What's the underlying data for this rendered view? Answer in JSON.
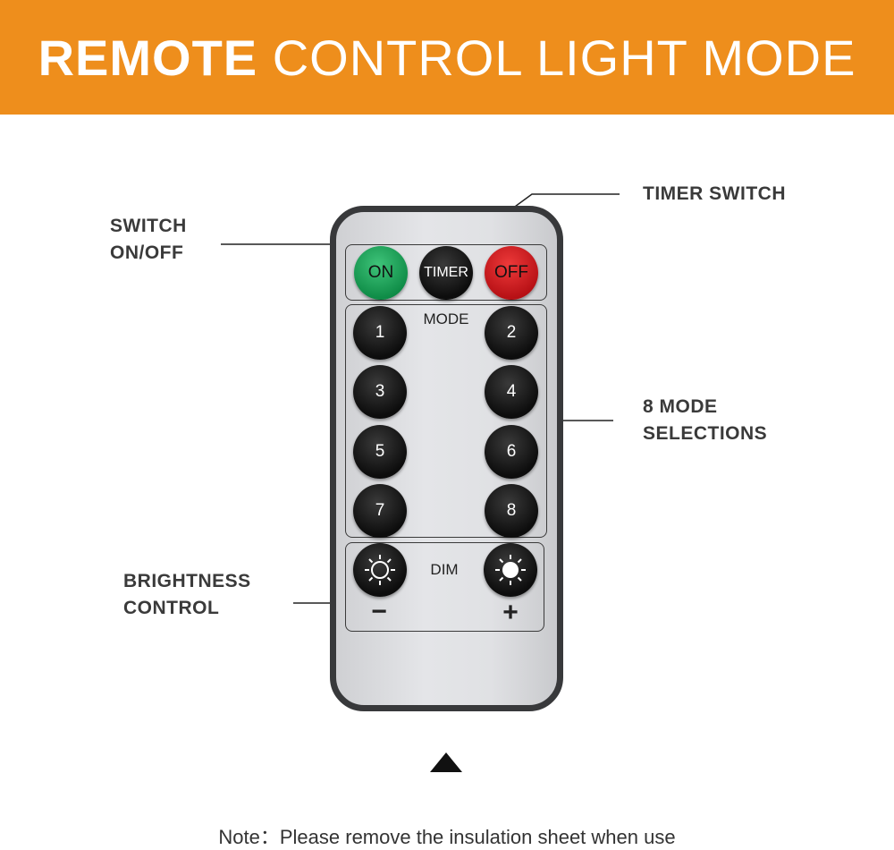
{
  "header": {
    "title_bold": "REMOTE",
    "title_rest": "CONTROL LIGHT MODE",
    "bg_color": "#ee8e1c"
  },
  "callouts": {
    "switch": [
      "SWITCH",
      "ON/OFF"
    ],
    "timer": "TIMER SWITCH",
    "modes": [
      "8 MODE",
      "SELECTIONS"
    ],
    "brightness": [
      "BRIGHTNESS",
      "CONTROL"
    ]
  },
  "remote": {
    "top_buttons": [
      {
        "label": "ON",
        "color": "#16a05a"
      },
      {
        "label": "TIMER",
        "color": "#111111"
      },
      {
        "label": "OFF",
        "color": "#d8181e"
      }
    ],
    "mode_label": "MODE",
    "mode_buttons": [
      "1",
      "2",
      "3",
      "4",
      "5",
      "6",
      "7",
      "8"
    ],
    "dim_label": "DIM",
    "dim_minus": "−",
    "dim_plus": "+",
    "dim_icons": [
      "sun-dim-icon",
      "sun-bright-icon"
    ]
  },
  "note": "Note：Please remove the insulation sheet when use"
}
